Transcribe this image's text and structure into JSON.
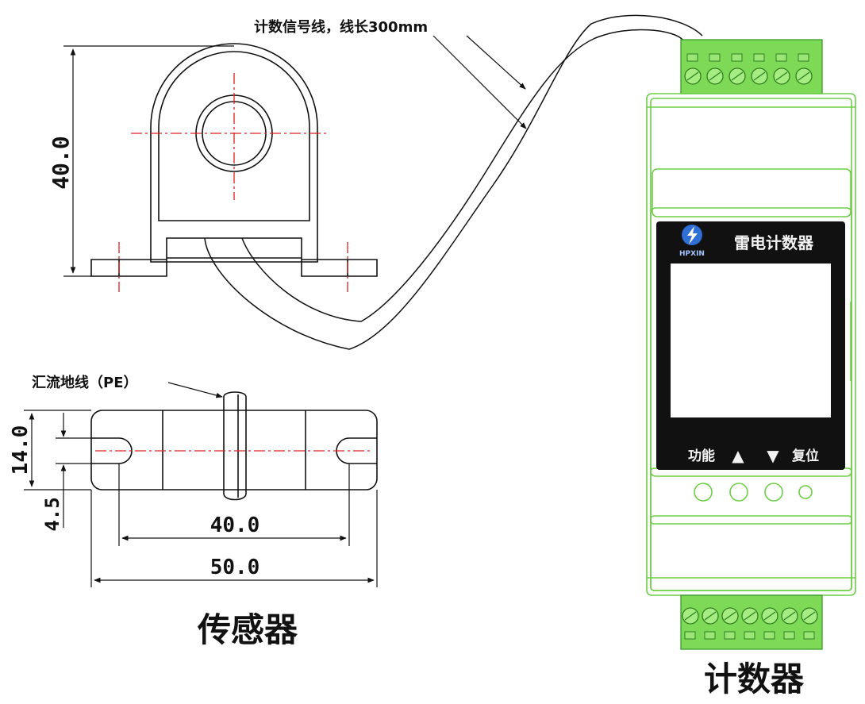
{
  "labels": {
    "signal_wire": "计数信号线，线长300mm",
    "ground_wire": "汇流地线（PE）",
    "sensor_title": "传感器",
    "counter_title": "计数器"
  },
  "dimensions": {
    "sensor_height": "40.0",
    "sensor_depth": "14.0",
    "slot_offset": "4.5",
    "hole_spacing": "40.0",
    "overall_width": "50.0"
  },
  "counter": {
    "logo_text": "HPXIN",
    "device_name": "雷电计数器",
    "btn_function": "功能",
    "btn_up": "▲",
    "btn_down": "▼",
    "btn_reset": "复位"
  },
  "colors": {
    "outline": "#111111",
    "centerline": "#e02020",
    "device_green": "#6ccf45",
    "terminal_green": "#7ed957",
    "screen_bg": "#111111",
    "logo_blue": "#2f6fd6"
  }
}
